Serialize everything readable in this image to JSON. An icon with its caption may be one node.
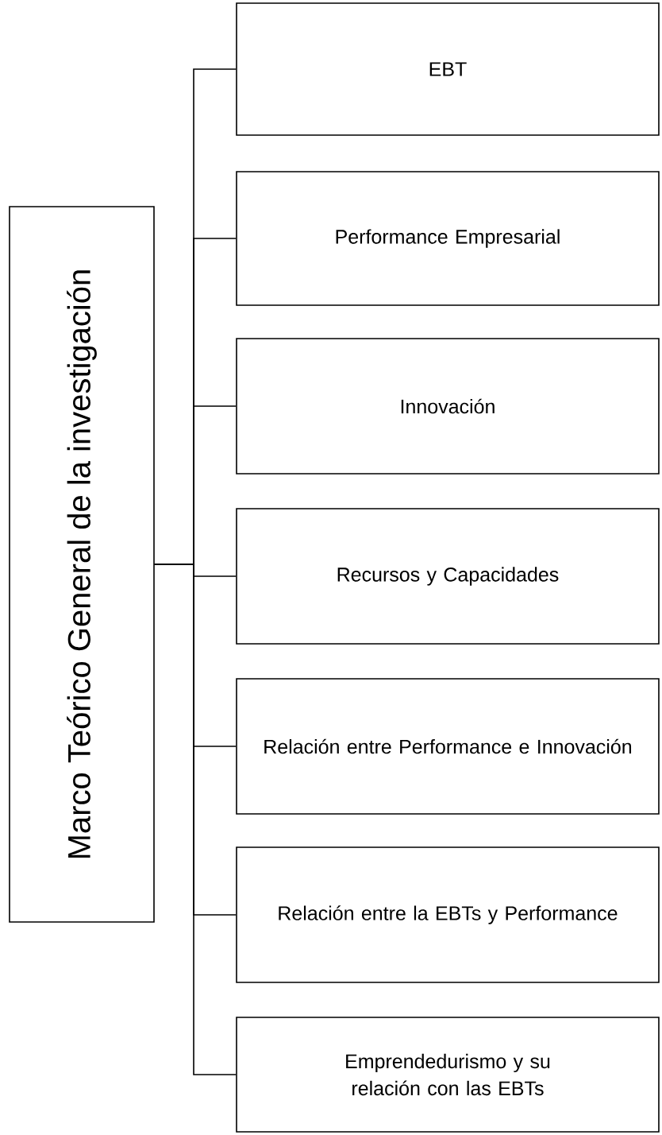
{
  "diagram": {
    "nodes": [
      {
        "text": [
          "Marco Teórico General de la investigación"
        ]
      },
      {
        "text": [
          "EBT"
        ]
      },
      {
        "text": [
          "Performance Empresarial"
        ]
      },
      {
        "text": [
          "Innovación"
        ]
      },
      {
        "text": [
          "Recursos y Capacidades"
        ]
      },
      {
        "text": [
          "Relación entre Performance e Innovación"
        ]
      },
      {
        "text": [
          "Relación entre la EBTs y Performance"
        ]
      },
      {
        "text": [
          "Emprendedurismo y su relación con las EBTs"
        ]
      }
    ],
    "edges": [
      {
        "from": 0,
        "to": 1,
        "arrow": "none"
      },
      {
        "from": 0,
        "to": 2,
        "arrow": "none"
      },
      {
        "from": 0,
        "to": 3,
        "arrow": "none"
      },
      {
        "from": 0,
        "to": 4,
        "arrow": "none"
      },
      {
        "from": 0,
        "to": 5,
        "arrow": "none"
      },
      {
        "from": 0,
        "to": 6,
        "arrow": "none"
      },
      {
        "from": 0,
        "to": 7,
        "arrow": "none"
      }
    ]
  }
}
